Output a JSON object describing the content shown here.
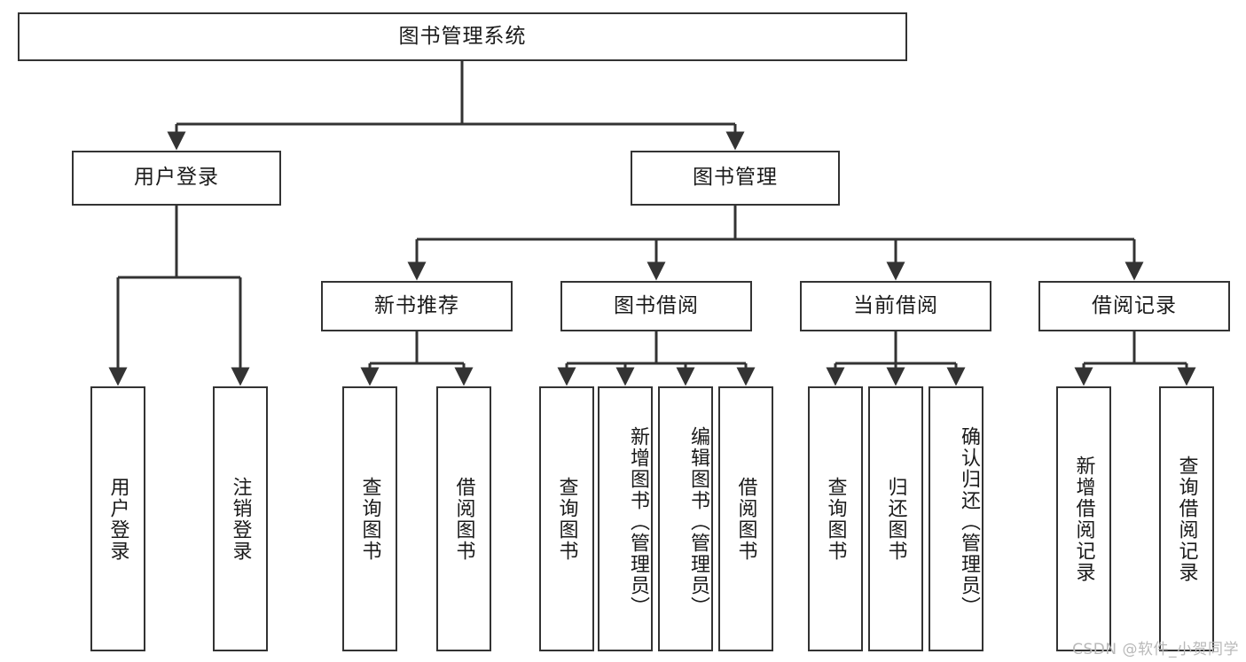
{
  "diagram": {
    "title": "图书管理系统",
    "type": "tree-hierarchy",
    "watermark": "CSDN @软件_小贺同学",
    "colors": {
      "box_border": "#333333",
      "box_fill": "#ffffff",
      "line": "#333333",
      "text": "#1a1a1a",
      "watermark": "#b9b9b9",
      "background": "#ffffff"
    },
    "root": {
      "label": "图书管理系统"
    },
    "level1": [
      {
        "id": "user-login",
        "label": "用户登录"
      },
      {
        "id": "book-management",
        "label": "图书管理"
      }
    ],
    "level2": [
      {
        "id": "new-book-recommend",
        "label": "新书推荐"
      },
      {
        "id": "book-borrow",
        "label": "图书借阅"
      },
      {
        "id": "current-borrow",
        "label": "当前借阅"
      },
      {
        "id": "borrow-record",
        "label": "借阅记录"
      }
    ],
    "leaves": {
      "user_login": [
        {
          "id": "leaf-user-login",
          "label": "用户登录"
        },
        {
          "id": "leaf-logout-login",
          "label": "注销登录"
        }
      ],
      "new_book_recommend": [
        {
          "id": "leaf-query-book-1",
          "label": "查询图书"
        },
        {
          "id": "leaf-borrow-book-1",
          "label": "借阅图书"
        }
      ],
      "book_borrow": [
        {
          "id": "leaf-query-book-2",
          "label": "查询图书"
        },
        {
          "id": "leaf-add-book",
          "label": "新增图书（管理员）"
        },
        {
          "id": "leaf-edit-book",
          "label": "编辑图书（管理员）"
        },
        {
          "id": "leaf-borrow-book-2",
          "label": "借阅图书"
        }
      ],
      "current_borrow": [
        {
          "id": "leaf-query-book-3",
          "label": "查询图书"
        },
        {
          "id": "leaf-return-book",
          "label": "归还图书"
        },
        {
          "id": "leaf-confirm-return",
          "label": "确认归还（管理员）"
        }
      ],
      "borrow_record": [
        {
          "id": "leaf-add-record",
          "label": "新增借阅记录"
        },
        {
          "id": "leaf-query-record",
          "label": "查询借阅记录"
        }
      ]
    }
  }
}
